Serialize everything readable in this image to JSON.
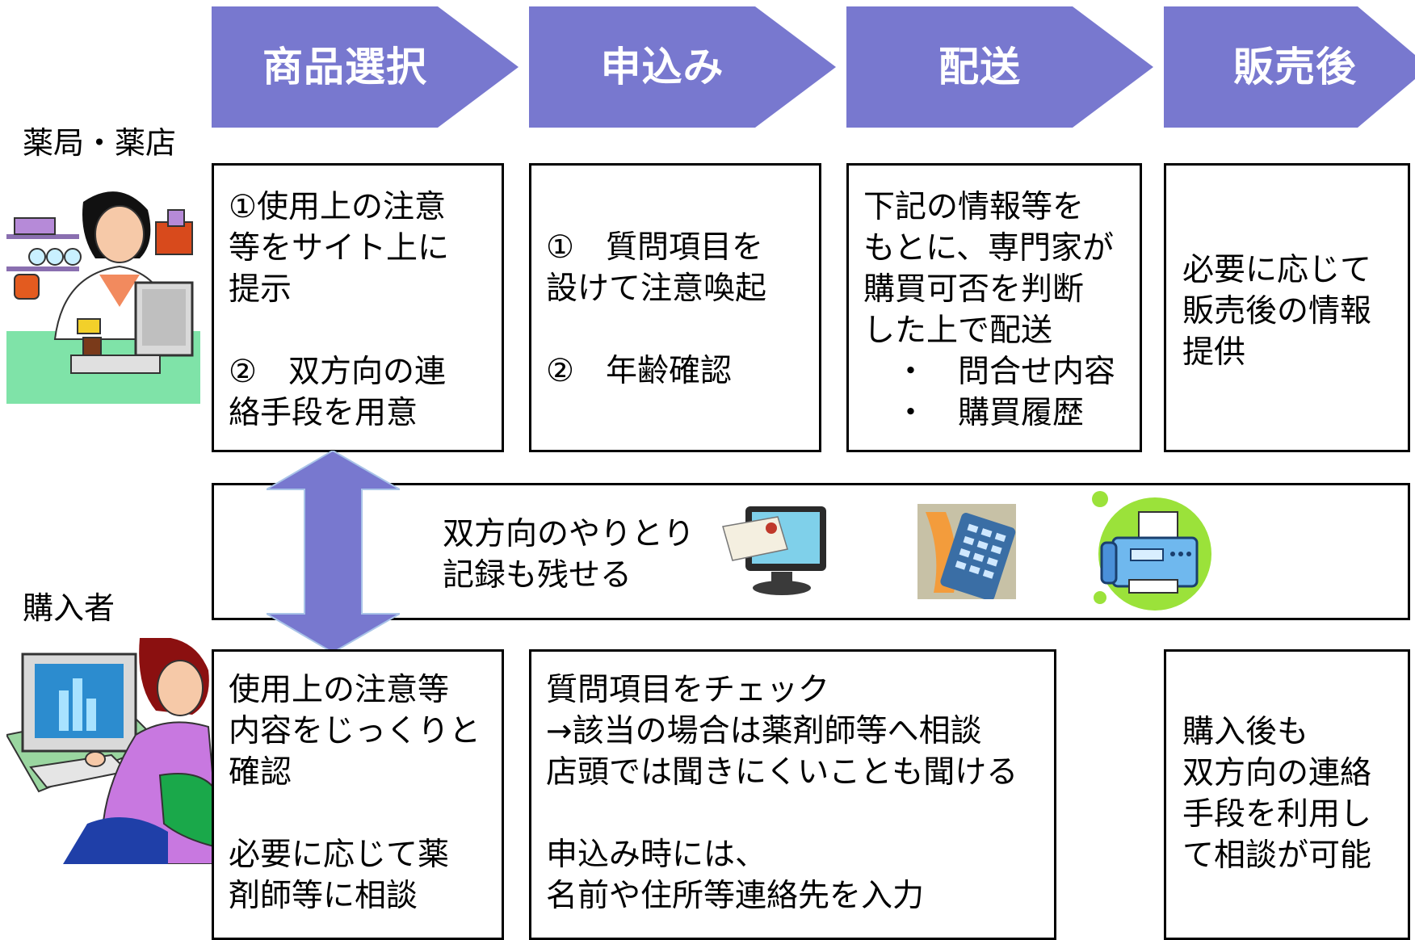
{
  "stages": [
    {
      "label": "商品選択"
    },
    {
      "label": "申込み"
    },
    {
      "label": "配送"
    },
    {
      "label": "販売後"
    }
  ],
  "roles": {
    "pharmacy": "薬局・薬店",
    "buyer": "購入者"
  },
  "pharmacy_boxes": [
    {
      "lines": [
        "①使用上の注意",
        "等をサイト上に",
        "提示",
        "",
        "②　双方向の連",
        "絡手段を用意"
      ]
    },
    {
      "lines": [
        "①　質問項目を",
        "設けて注意喚起",
        "",
        "②　年齢確認"
      ]
    },
    {
      "lines": [
        "下記の情報等を",
        "もとに、専門家が",
        "購買可否を判断",
        "した上で配送",
        "　・　問合せ内容",
        "　・　購買履歴"
      ]
    },
    {
      "lines": [
        "必要に応じて",
        "販売後の情報",
        "提供"
      ]
    }
  ],
  "middle": {
    "lines": [
      "双方向のやりとり",
      "記録も残せる"
    ]
  },
  "buyer_boxes": [
    {
      "lines": [
        "使用上の注意等",
        "内容をじっくりと",
        "確認",
        "",
        "必要に応じて薬",
        "剤師等に相談"
      ]
    },
    {
      "lines": [
        "質問項目をチェック",
        "→該当の場合は薬剤師等へ相談",
        "店頭では聞きにくいことも聞ける",
        "",
        "申込み時には、",
        "名前や住所等連絡先を入力"
      ]
    },
    {
      "lines": [
        "購入後も",
        "双方向の連絡",
        "手段を利用し",
        "て相談が可能"
      ]
    }
  ],
  "colors": {
    "chevron": "#7878cf",
    "arrow": "#7878cf"
  },
  "icons": [
    "pharmacist-illustration",
    "buyer-at-computer-illustration",
    "email-monitor-icon",
    "telephone-icon",
    "fax-machine-icon",
    "double-arrow"
  ]
}
